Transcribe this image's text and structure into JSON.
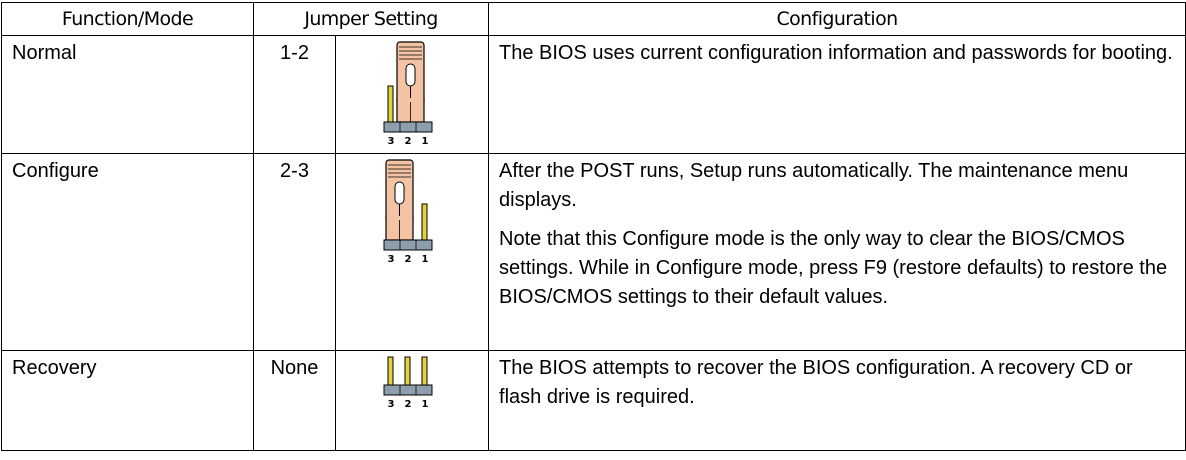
{
  "table": {
    "headers": {
      "function_mode": "Function/Mode",
      "jumper_setting": "Jumper Setting",
      "configuration": "Configuration"
    },
    "rows": [
      {
        "mode": "Normal",
        "setting": "1-2",
        "diagram": {
          "jumper_position": "pins-1-2",
          "pin_labels": [
            "3",
            "2",
            "1"
          ]
        },
        "description": [
          "The BIOS uses current configuration information and passwords for booting."
        ]
      },
      {
        "mode": "Configure",
        "setting": "2-3",
        "diagram": {
          "jumper_position": "pins-2-3",
          "pin_labels": [
            "3",
            "2",
            "1"
          ]
        },
        "description": [
          "After the POST runs, Setup runs automatically. The maintenance menu displays.",
          "Note that this Configure mode is the only way to clear the BIOS/CMOS settings. While in Configure mode, press F9 (restore defaults) to restore the BIOS/CMOS settings to their default values."
        ]
      },
      {
        "mode": "Recovery",
        "setting": "None",
        "diagram": {
          "jumper_position": "none",
          "pin_labels": [
            "3",
            "2",
            "1"
          ]
        },
        "description": [
          "The BIOS attempts to recover the BIOS configuration. A recovery CD or flash drive is required."
        ]
      }
    ]
  },
  "colors": {
    "jumper_cap": "#f3c3a4",
    "jumper_outline": "#000000",
    "pin_gold": "#e2d23c",
    "header_base": "#8d9fac"
  },
  "icons": {
    "jumper": "jumper-block-icon"
  }
}
